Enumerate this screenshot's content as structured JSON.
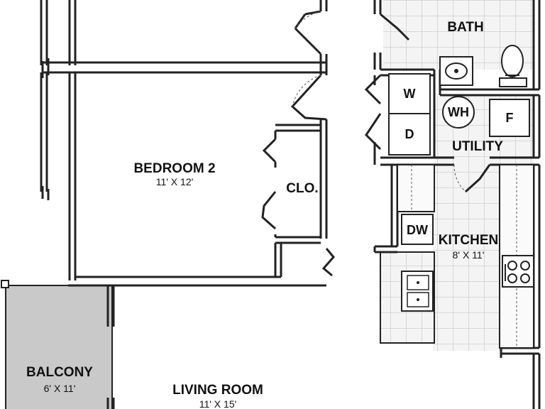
{
  "rooms": {
    "bath": "BATH",
    "bedroom2": {
      "name": "BEDROOM 2",
      "dims": "11' X 12'"
    },
    "closet": "CLO.",
    "utility": "UTILITY",
    "kitchen": {
      "name": "KITCHEN",
      "dims": "8' X 11'"
    },
    "balcony": {
      "name": "BALCONY",
      "dims": "6' X 11'"
    },
    "living": {
      "name": "LIVING ROOM",
      "dims": "11' X 15'"
    }
  },
  "appliances": {
    "washer": "W",
    "dryer": "D",
    "water_heater": "WH",
    "furnace": "F",
    "dishwasher": "DW"
  },
  "colors": {
    "wall": "#222222",
    "tile_floor": "#f2f2f2",
    "tile_grid": "#bbbbbb",
    "balcony_fill": "#c9c9c9"
  }
}
